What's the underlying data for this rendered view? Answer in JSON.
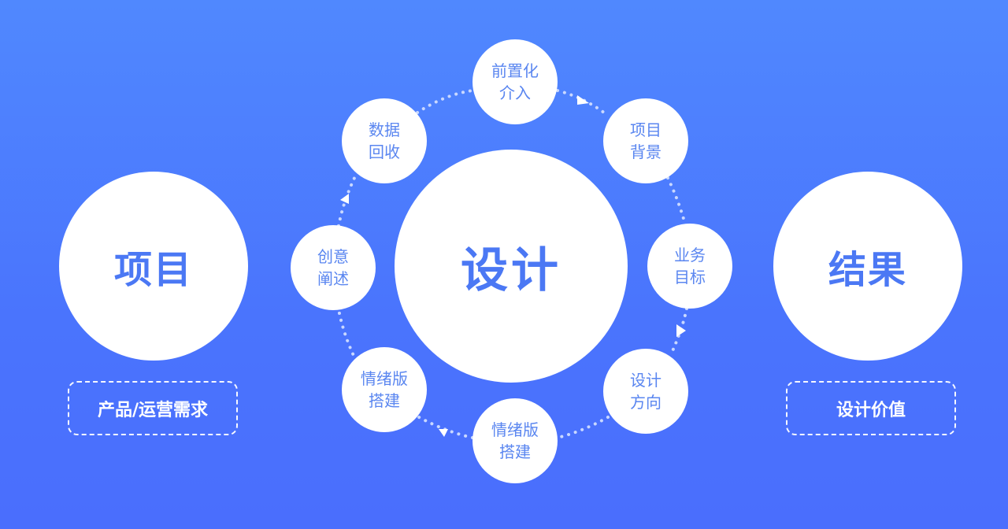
{
  "colors": {
    "background_top": "#5088fe",
    "background_bottom": "#4a6efd",
    "circle_fill": "#ffffff",
    "text_accent": "#4b78f4",
    "node_text": "#5a86f0",
    "dotted_path": "#c9d8ff"
  },
  "left": {
    "title": "项目",
    "tag": "产品/运营需求"
  },
  "center": {
    "title": "设计"
  },
  "right": {
    "title": "结果",
    "tag": "设计价值"
  },
  "cycle_nodes": [
    {
      "line1": "前置化",
      "line2": "介入"
    },
    {
      "line1": "项目",
      "line2": "背景"
    },
    {
      "line1": "业务",
      "line2": "目标"
    },
    {
      "line1": "设计",
      "line2": "方向"
    },
    {
      "line1": "情绪版",
      "line2": "搭建"
    },
    {
      "line1": "情绪版",
      "line2": "搭建"
    },
    {
      "line1": "创意",
      "line2": "阐述"
    },
    {
      "line1": "数据",
      "line2": "回收"
    }
  ],
  "flow_direction": "clockwise"
}
